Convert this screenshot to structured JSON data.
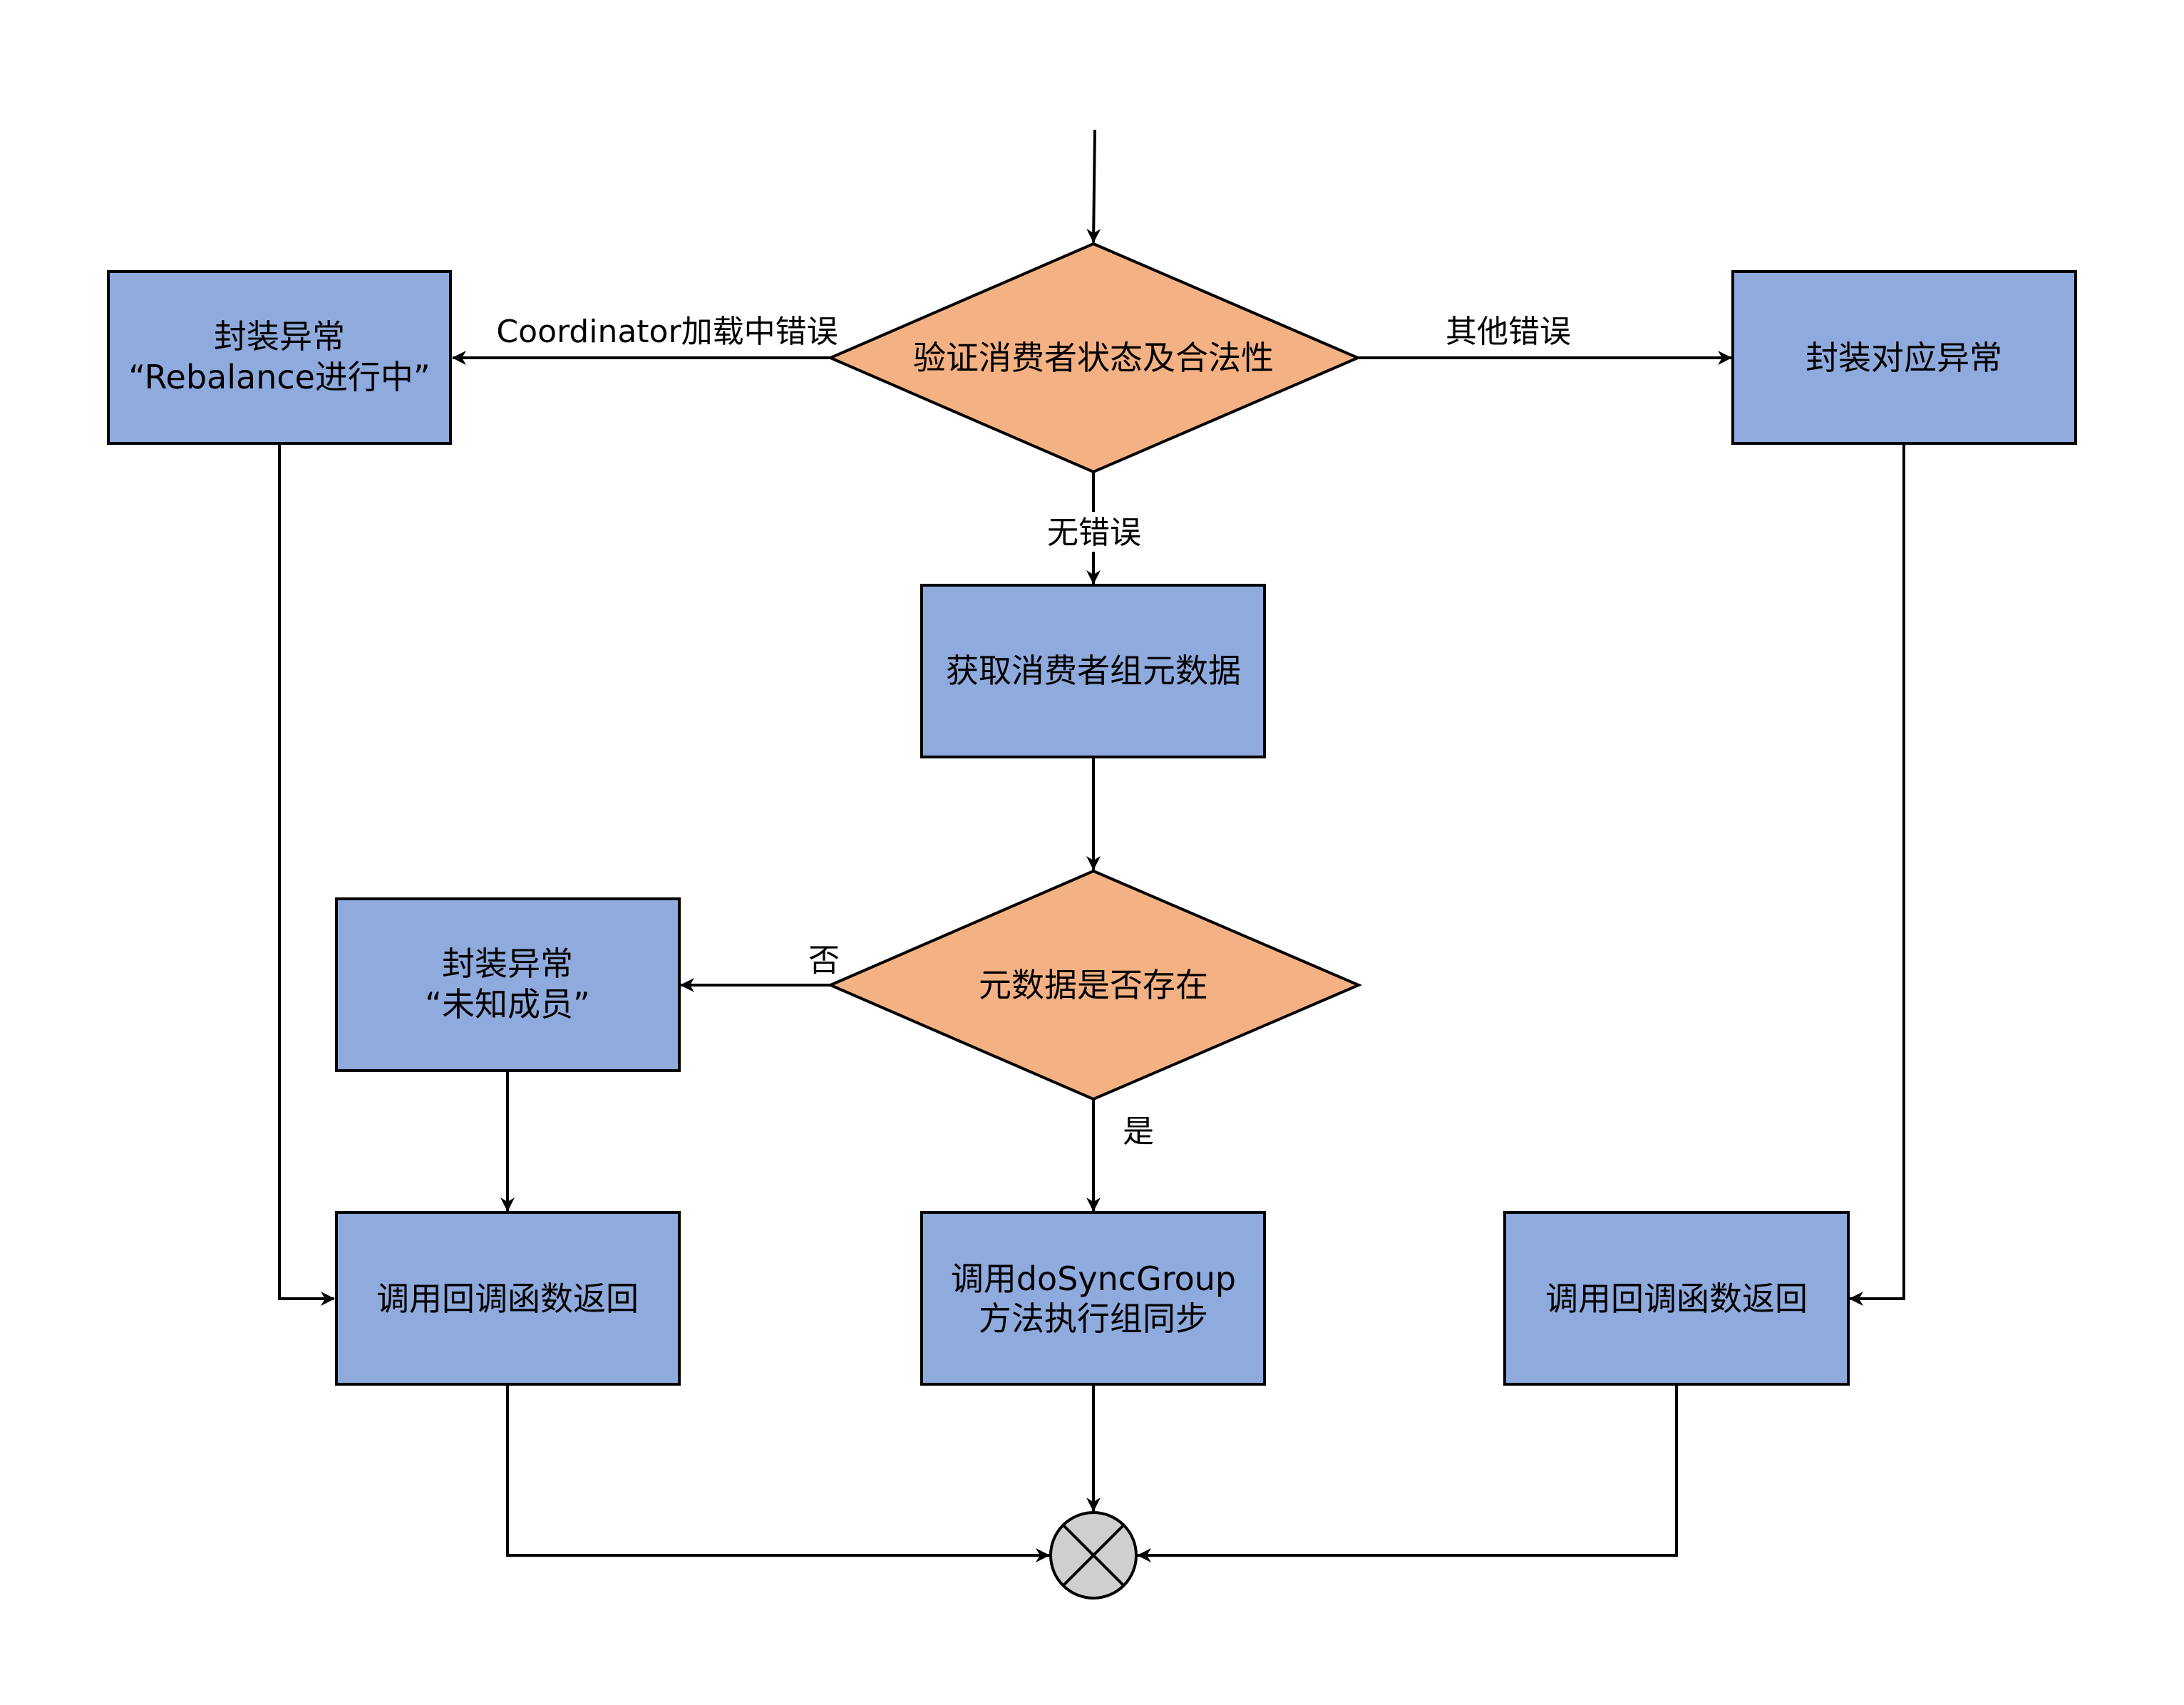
{
  "title": "Consumer group SyncGroup handling flowchart",
  "colors": {
    "process_fill": "#8faadc",
    "decision_fill": "#f4b183",
    "junction_fill": "#d0cfcf",
    "stroke": "#000000",
    "background": "#ffffff"
  },
  "nodes": {
    "validate": {
      "shape": "decision",
      "lines": [
        "验证消费者状态及合法性"
      ]
    },
    "rebalance_error": {
      "shape": "process",
      "lines": [
        "封装异常",
        "“Rebalance进行中”"
      ]
    },
    "other_error": {
      "shape": "process",
      "lines": [
        "封装对应异常"
      ]
    },
    "get_metadata": {
      "shape": "process",
      "lines": [
        "获取消费者组元数据"
      ]
    },
    "metadata_exists": {
      "shape": "decision",
      "lines": [
        "元数据是否存在"
      ]
    },
    "unknown_member": {
      "shape": "process",
      "lines": [
        "封装异常",
        "“未知成员”"
      ]
    },
    "callback_left": {
      "shape": "process",
      "lines": [
        "调用回调函数返回"
      ]
    },
    "do_sync_group": {
      "shape": "process",
      "lines": [
        "调用doSyncGroup",
        "方法执行组同步"
      ]
    },
    "callback_right": {
      "shape": "process",
      "lines": [
        "调用回调函数返回"
      ]
    },
    "end": {
      "shape": "junction",
      "lines": []
    }
  },
  "edges": [
    {
      "from": "start",
      "to": "validate",
      "label": ""
    },
    {
      "from": "validate",
      "to": "rebalance_error",
      "label": "Coordinator加载中错误"
    },
    {
      "from": "validate",
      "to": "other_error",
      "label": "其他错误"
    },
    {
      "from": "validate",
      "to": "get_metadata",
      "label": "无错误"
    },
    {
      "from": "get_metadata",
      "to": "metadata_exists",
      "label": ""
    },
    {
      "from": "metadata_exists",
      "to": "unknown_member",
      "label": "否"
    },
    {
      "from": "metadata_exists",
      "to": "do_sync_group",
      "label": "是"
    },
    {
      "from": "unknown_member",
      "to": "callback_left",
      "label": ""
    },
    {
      "from": "rebalance_error",
      "to": "callback_left",
      "label": ""
    },
    {
      "from": "other_error",
      "to": "callback_right",
      "label": ""
    },
    {
      "from": "callback_left",
      "to": "end",
      "label": ""
    },
    {
      "from": "do_sync_group",
      "to": "end",
      "label": ""
    },
    {
      "from": "callback_right",
      "to": "end",
      "label": ""
    }
  ]
}
